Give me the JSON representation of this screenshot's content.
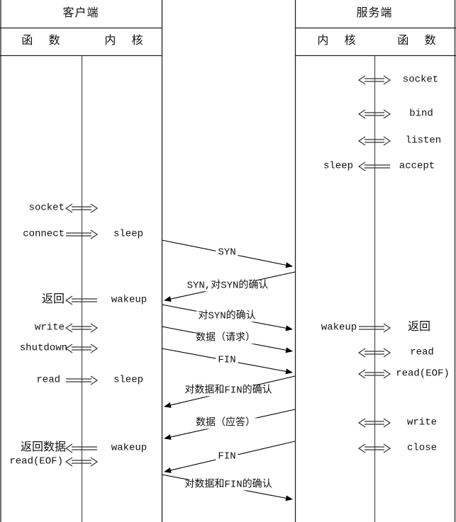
{
  "diagram": {
    "client": {
      "title": "客户端",
      "func_header": "函  数",
      "kernel_header": "内  核"
    },
    "server": {
      "title": "服务端",
      "kernel_header": "内  核",
      "func_header": "函  数"
    },
    "client_events": [
      {
        "func": "socket",
        "kernel": "",
        "arrow": "both"
      },
      {
        "func": "connect",
        "kernel": "sleep",
        "arrow": "right"
      },
      {
        "func": "返回",
        "kernel": "wakeup",
        "arrow": "left"
      },
      {
        "func": "write",
        "kernel": "",
        "arrow": "both"
      },
      {
        "func": "shutdown",
        "kernel": "",
        "arrow": "both"
      },
      {
        "func": "read",
        "kernel": "sleep",
        "arrow": "right"
      },
      {
        "func": "返回数据",
        "kernel": "wakeup",
        "arrow": "left"
      },
      {
        "func": "read(EOF)",
        "kernel": "",
        "arrow": "both"
      }
    ],
    "server_events": [
      {
        "func": "socket",
        "kernel": "",
        "arrow": "both"
      },
      {
        "func": "bind",
        "kernel": "",
        "arrow": "both"
      },
      {
        "func": "listen",
        "kernel": "",
        "arrow": "both"
      },
      {
        "func": "accept",
        "kernel": "sleep",
        "arrow": "left"
      },
      {
        "func": "返回",
        "kernel": "wakeup",
        "arrow": "right"
      },
      {
        "func": "read",
        "kernel": "",
        "arrow": "both"
      },
      {
        "func": "read(EOF)",
        "kernel": "",
        "arrow": "both"
      },
      {
        "func": "write",
        "kernel": "",
        "arrow": "both"
      },
      {
        "func": "close",
        "kernel": "",
        "arrow": "both"
      }
    ],
    "messages": [
      {
        "label": "SYN",
        "direction": "client-to-server"
      },
      {
        "label": "SYN,对SYN的确认",
        "direction": "server-to-client"
      },
      {
        "label": "对SYN的确认",
        "direction": "client-to-server"
      },
      {
        "label": "数据（请求）",
        "direction": "client-to-server"
      },
      {
        "label": "FIN",
        "direction": "client-to-server"
      },
      {
        "label": "对数据和FIN的确认",
        "direction": "server-to-client"
      },
      {
        "label": "数据（应答）",
        "direction": "server-to-client"
      },
      {
        "label": "FIN",
        "direction": "server-to-client"
      },
      {
        "label": "对数据和FIN的确认",
        "direction": "client-to-server"
      }
    ],
    "colors": {
      "line": "#222",
      "kernel_line": "#555",
      "text": "#111",
      "background": "#ffffff"
    }
  }
}
